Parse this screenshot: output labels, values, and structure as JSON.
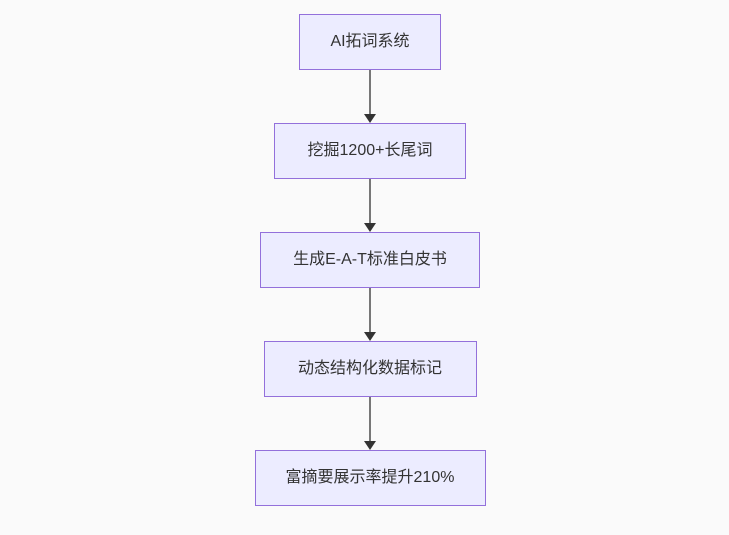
{
  "flowchart": {
    "type": "flowchart-top-down",
    "background_color": "#fafafa",
    "node_fill_color": "#ececff",
    "node_border_color": "#9370db",
    "node_text_color": "#333333",
    "arrow_color": "#333333",
    "nodes": [
      {
        "id": "A",
        "label": "AI拓词系统"
      },
      {
        "id": "B",
        "label": "挖掘1200+长尾词"
      },
      {
        "id": "C",
        "label": "生成E-A-T标准白皮书"
      },
      {
        "id": "D",
        "label": "动态结构化数据标记"
      },
      {
        "id": "E",
        "label": "富摘要展示率提升210%"
      }
    ],
    "edges": [
      {
        "from": "A",
        "to": "B"
      },
      {
        "from": "B",
        "to": "C"
      },
      {
        "from": "C",
        "to": "D"
      },
      {
        "from": "D",
        "to": "E"
      }
    ]
  }
}
